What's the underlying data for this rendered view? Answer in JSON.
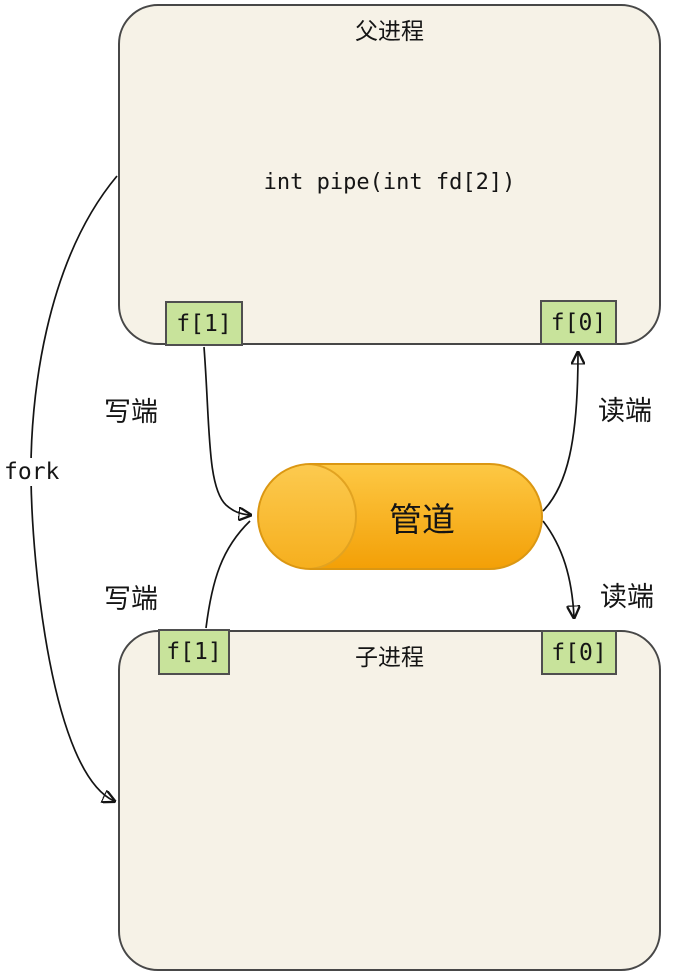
{
  "parent_box": {
    "title": "父进程",
    "code": "int pipe(int fd[2])",
    "fd_write": "f[1]",
    "fd_read": "f[0]"
  },
  "child_box": {
    "title": "子进程",
    "fd_write": "f[1]",
    "fd_read": "f[0]"
  },
  "pipe": {
    "label": "管道"
  },
  "labels": {
    "fork": "fork",
    "parent_write": "写端",
    "child_write": "写端",
    "parent_read": "读端",
    "child_read": "读端"
  },
  "colors": {
    "box_fill": "#F6F2E7",
    "box_border": "#474747",
    "tag_fill": "#C8E39B",
    "tag_border": "#4F4F4F",
    "pipe_gradient_top": "#FDC844",
    "pipe_gradient_bottom": "#F3A007",
    "pipe_stroke": "#DB9712",
    "arrow": "#141414"
  }
}
